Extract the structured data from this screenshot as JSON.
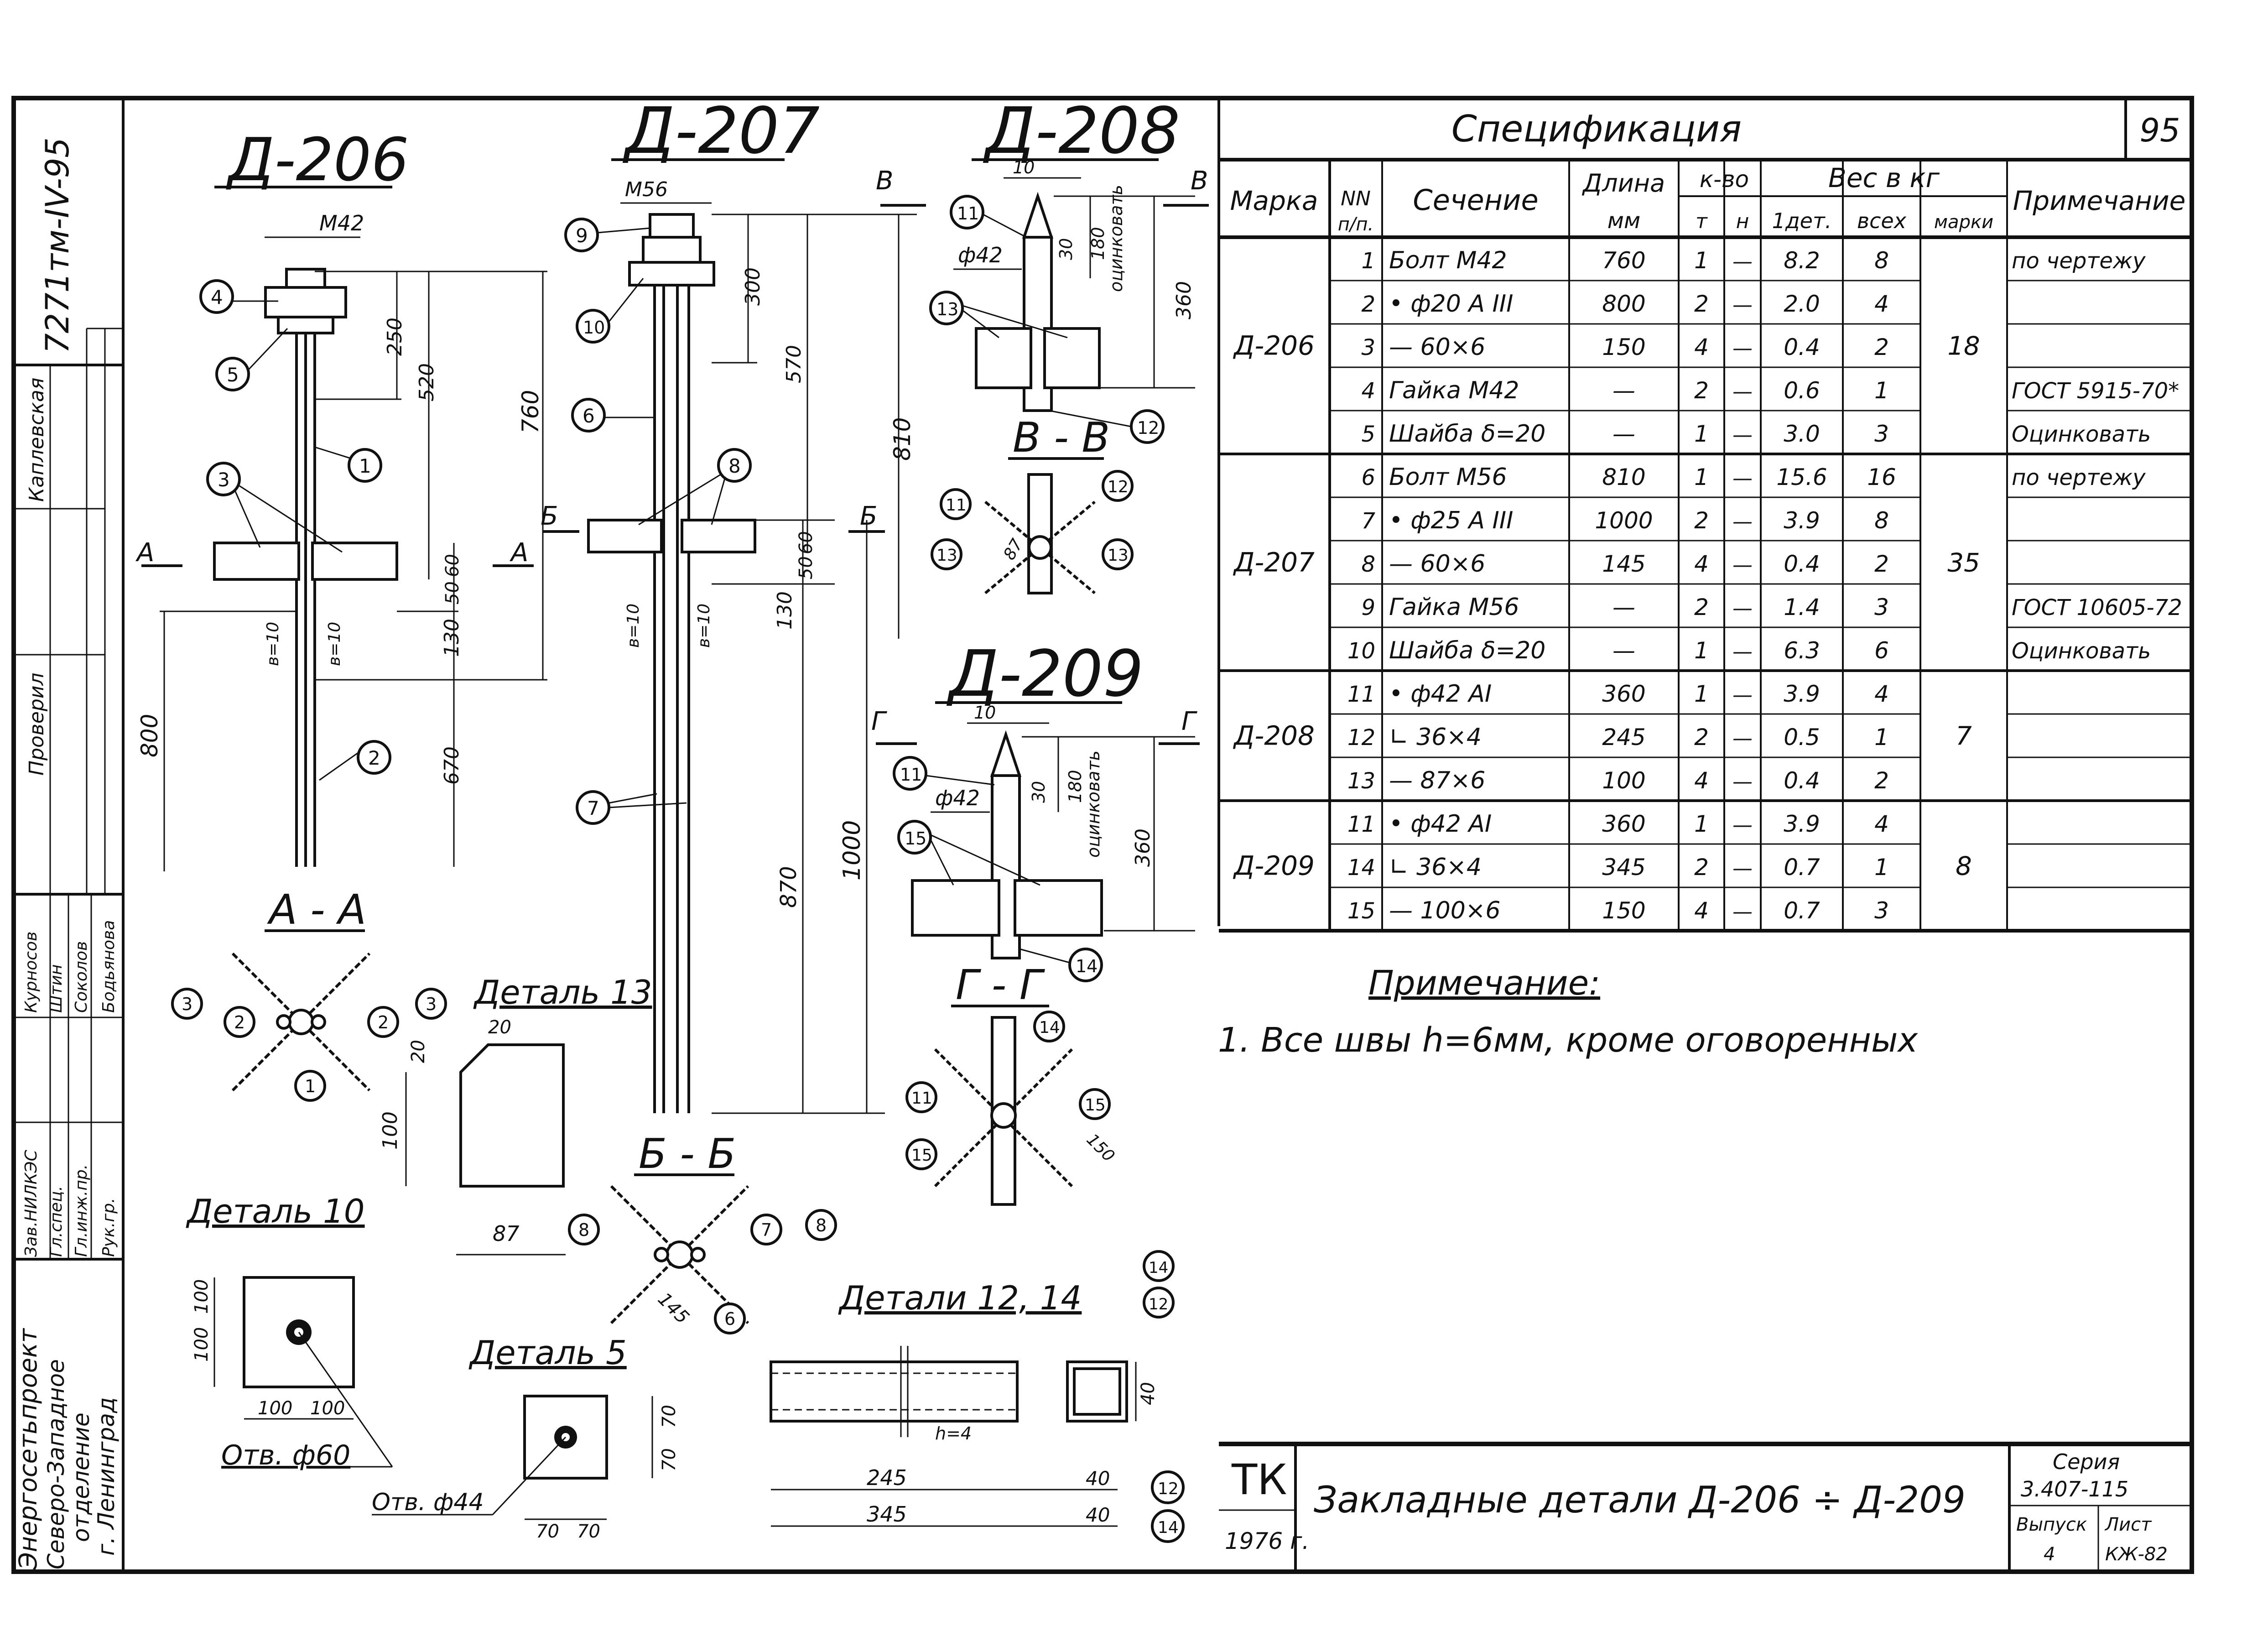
{
  "sheet_number": "95",
  "archive_number": "7271тм-IV-95",
  "spec": {
    "title": "Спецификация",
    "headers": {
      "mark": "Марка",
      "no": "NN п/п.",
      "section": "Сечение",
      "length": "Длина",
      "length_unit": "мм",
      "qty": "к-во",
      "qty_t": "т",
      "qty_n": "н",
      "weight": "Вес в кг",
      "w_one": "1дет.",
      "w_all": "всех",
      "w_mark": "марки",
      "note": "Примечание"
    },
    "rows": [
      {
        "mark": "Д-206",
        "no": "1",
        "section": "Болт М42",
        "length": "760",
        "t": "1",
        "n": "—",
        "w1": "8.2",
        "wall": "8",
        "wmark": "18",
        "note": "по чертежу"
      },
      {
        "mark": "",
        "no": "2",
        "section": "• ф20 А III",
        "length": "800",
        "t": "2",
        "n": "—",
        "w1": "2.0",
        "wall": "4",
        "wmark": "",
        "note": ""
      },
      {
        "mark": "",
        "no": "3",
        "section": "— 60×6",
        "length": "150",
        "t": "4",
        "n": "—",
        "w1": "0.4",
        "wall": "2",
        "wmark": "",
        "note": ""
      },
      {
        "mark": "",
        "no": "4",
        "section": "Гайка М42",
        "length": "—",
        "t": "2",
        "n": "—",
        "w1": "0.6",
        "wall": "1",
        "wmark": "",
        "note": "ГОСТ 5915-70*"
      },
      {
        "mark": "",
        "no": "5",
        "section": "Шайба δ=20",
        "length": "—",
        "t": "1",
        "n": "—",
        "w1": "3.0",
        "wall": "3",
        "wmark": "",
        "note": "Оцинковать"
      },
      {
        "mark": "Д-207",
        "no": "6",
        "section": "Болт М56",
        "length": "810",
        "t": "1",
        "n": "—",
        "w1": "15.6",
        "wall": "16",
        "wmark": "35",
        "note": "по чертежу"
      },
      {
        "mark": "",
        "no": "7",
        "section": "• ф25 А III",
        "length": "1000",
        "t": "2",
        "n": "—",
        "w1": "3.9",
        "wall": "8",
        "wmark": "",
        "note": ""
      },
      {
        "mark": "",
        "no": "8",
        "section": "— 60×6",
        "length": "145",
        "t": "4",
        "n": "—",
        "w1": "0.4",
        "wall": "2",
        "wmark": "",
        "note": ""
      },
      {
        "mark": "",
        "no": "9",
        "section": "Гайка М56",
        "length": "—",
        "t": "2",
        "n": "—",
        "w1": "1.4",
        "wall": "3",
        "wmark": "",
        "note": "ГОСТ 10605-72"
      },
      {
        "mark": "",
        "no": "10",
        "section": "Шайба δ=20",
        "length": "—",
        "t": "1",
        "n": "—",
        "w1": "6.3",
        "wall": "6",
        "wmark": "",
        "note": "Оцинковать"
      },
      {
        "mark": "Д-208",
        "no": "11",
        "section": "• ф42 АI",
        "length": "360",
        "t": "1",
        "n": "—",
        "w1": "3.9",
        "wall": "4",
        "wmark": "7",
        "note": ""
      },
      {
        "mark": "",
        "no": "12",
        "section": "∟ 36×4",
        "length": "245",
        "t": "2",
        "n": "—",
        "w1": "0.5",
        "wall": "1",
        "wmark": "",
        "note": ""
      },
      {
        "mark": "",
        "no": "13",
        "section": "— 87×6",
        "length": "100",
        "t": "4",
        "n": "—",
        "w1": "0.4",
        "wall": "2",
        "wmark": "",
        "note": ""
      },
      {
        "mark": "Д-209",
        "no": "11",
        "section": "• ф42 АI",
        "length": "360",
        "t": "1",
        "n": "—",
        "w1": "3.9",
        "wall": "4",
        "wmark": "8",
        "note": ""
      },
      {
        "mark": "",
        "no": "14",
        "section": "∟ 36×4",
        "length": "345",
        "t": "2",
        "n": "—",
        "w1": "0.7",
        "wall": "1",
        "wmark": "",
        "note": ""
      },
      {
        "mark": "",
        "no": "15",
        "section": "— 100×6",
        "length": "150",
        "t": "4",
        "n": "—",
        "w1": "0.7",
        "wall": "3",
        "wmark": "",
        "note": ""
      }
    ]
  },
  "notes": {
    "heading": "Примечание:",
    "item1": "1. Все швы h=6мм, кроме оговоренных"
  },
  "stamp": {
    "org_code": "ТК",
    "year": "1976 г.",
    "title": "Закладные детали Д-206 ÷ Д-209",
    "series_label": "Серия",
    "series_value": "3.407-115",
    "issue_label": "Выпуск",
    "issue_value": "4",
    "sheet_label": "Лист",
    "sheet_value": "КЖ-82"
  },
  "side_block": {
    "org": "Энергосетьпроект",
    "dept1": "Северо-Западное",
    "dept2": "отделение",
    "city": "г. Ленинград",
    "roles": [
      {
        "role": "Зав.НИЛКЭС",
        "name": "Курносов"
      },
      {
        "role": "Гл.спец.",
        "name": "Штин"
      },
      {
        "role": "Гл.инж.пр.",
        "name": "Соколов"
      },
      {
        "role": "Рук.гр.",
        "name": "Бодьянова"
      }
    ],
    "checked_label": "Проверил",
    "checked_name": "Каплевская"
  },
  "drawings": {
    "d206": {
      "title": "Д-206",
      "thread": "М42",
      "dims": [
        "250",
        "520",
        "760",
        "60",
        "50",
        "130",
        "670",
        "800"
      ],
      "welds": [
        "в=10",
        "в=10"
      ],
      "section_title": "А - А",
      "cut": "А"
    },
    "d207": {
      "title": "Д-207",
      "thread": "М56",
      "dims": [
        "300",
        "570",
        "810",
        "60",
        "50",
        "130",
        "870",
        "1000"
      ],
      "welds": [
        "в=10",
        "в=10"
      ],
      "section_title": "Б - Б",
      "cut": "Б",
      "sec_dim": "145"
    },
    "d208": {
      "title": "Д-208",
      "dims": [
        "10",
        "30",
        "180",
        "360"
      ],
      "dia": "ф42",
      "zinc": "оцинковать",
      "section_title": "В - В",
      "cut": "В",
      "sec_dim": "87"
    },
    "d209": {
      "title": "Д-209",
      "dims": [
        "10",
        "30",
        "180",
        "360"
      ],
      "dia": "ф42",
      "zinc": "оцинковать",
      "section_title": "Г - Г",
      "cut": "Г",
      "sec_dim": "150"
    },
    "detail13": {
      "title": "Деталь 13",
      "dims": [
        "20",
        "20",
        "100",
        "87"
      ]
    },
    "detail10": {
      "title": "Деталь 10",
      "dims": [
        "100",
        "100",
        "100",
        "100"
      ],
      "hole": "Отв. ф60"
    },
    "detail5": {
      "title": "Деталь 5",
      "dims": [
        "70",
        "70",
        "70",
        "70"
      ],
      "hole": "Отв. ф44"
    },
    "detail1214": {
      "title": "Детали 12, 14",
      "dims": [
        "245",
        "345",
        "40",
        "40",
        "40"
      ],
      "weld": "h=4",
      "refs": [
        "12",
        "14"
      ]
    }
  }
}
